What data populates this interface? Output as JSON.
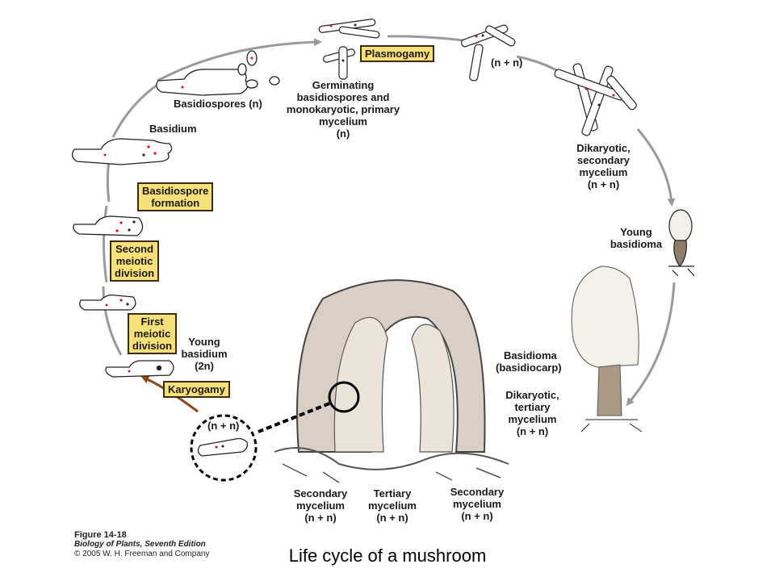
{
  "caption": "Life cycle of a mushroom",
  "figure": {
    "number": "Figure 14-18",
    "book": "Biology of Plants, Seventh Edition",
    "copyright": "© 2005 W. H. Freeman and Company"
  },
  "stages": {
    "plasmogamy": "Plasmogamy",
    "basidiospore_formation_1": "Basidiospore",
    "basidiospore_formation_2": "formation",
    "second_meiotic_1": "Second",
    "second_meiotic_2": "meiotic",
    "second_meiotic_3": "division",
    "first_meiotic_1": "First",
    "first_meiotic_2": "meiotic",
    "first_meiotic_3": "division",
    "karyogamy": "Karyogamy"
  },
  "labels": {
    "basidiospores": "Basidiospores (n)",
    "basidium": "Basidium",
    "germinating_1": "Germinating",
    "germinating_2": "basidiospores and",
    "germinating_3": "monokaryotic, primary",
    "germinating_4": "mycelium",
    "germinating_5": "(n)",
    "n_plus_n_top": "(n + n)",
    "dikaryotic_sec_1": "Dikaryotic,",
    "dikaryotic_sec_2": "secondary",
    "dikaryotic_sec_3": "mycelium",
    "dikaryotic_sec_4": "(n + n)",
    "young_basidioma_1": "Young",
    "young_basidioma_2": "basidioma",
    "basidioma_1": "Basidioma",
    "basidioma_2": "(basidiocarp)",
    "dikaryotic_ter_1": "Dikaryotic,",
    "dikaryotic_ter_2": "tertiary",
    "dikaryotic_ter_3": "mycelium",
    "dikaryotic_ter_4": "(n + n)",
    "young_basidium_1": "Young",
    "young_basidium_2": "basidium",
    "young_basidium_3": "(2n)",
    "n_plus_n_circle": "(n + n)",
    "secondary_left_1": "Secondary",
    "secondary_left_2": "mycelium",
    "secondary_left_3": "(n + n)",
    "tertiary_1": "Tertiary",
    "tertiary_2": "mycelium",
    "tertiary_3": "(n + n)",
    "secondary_right_1": "Secondary",
    "secondary_right_2": "mycelium",
    "secondary_right_3": "(n + n)"
  },
  "colors": {
    "arrow": "#999999",
    "arrow_brown": "#8a4a1a",
    "box_fill": "#f7e07a",
    "nucleus_red": "#c8102e",
    "outline": "#222222",
    "gill_fill": "#d9cfc4"
  }
}
